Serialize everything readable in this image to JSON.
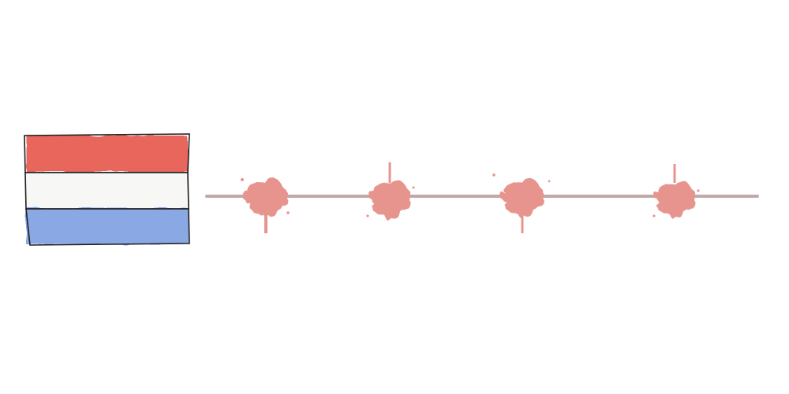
{
  "illustration": {
    "flag": {
      "stripes": [
        "red",
        "white",
        "blue"
      ],
      "colors": {
        "red": "#e8665c",
        "white": "#f7f7f5",
        "blue": "#8aa8e3",
        "outline": "#1f1f1f"
      }
    },
    "line": {
      "color": "#b89a9a"
    },
    "splats": {
      "count": 4,
      "color": "#e8948e"
    }
  }
}
